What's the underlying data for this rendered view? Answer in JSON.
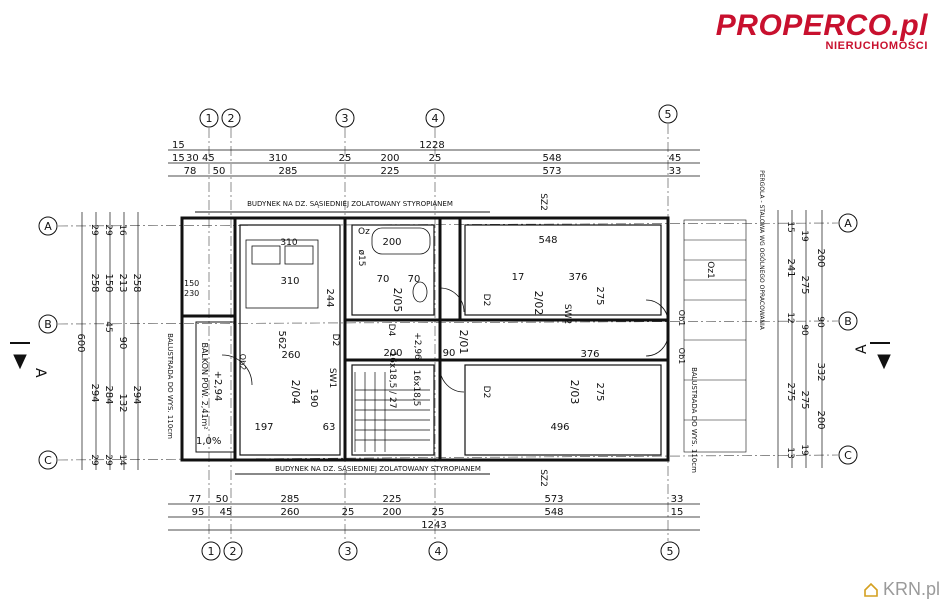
{
  "brand": {
    "name": "PROPERCO.pl",
    "subtitle": "NIERUCHOMOŚCI",
    "color": "#c8102e"
  },
  "watermark": {
    "text": "KRN.pl",
    "icon": "house-icon"
  },
  "plan": {
    "axes": [
      "1",
      "2",
      "3",
      "4",
      "5"
    ],
    "rows": [
      "A",
      "B",
      "C"
    ],
    "section_marker": "A",
    "neighbor_note": "BUDYNEK NA DZ. SĄSIEDNIEJ ZOLATOWANY STYROPIANEM",
    "top_dims": {
      "total": "1228",
      "row1": [
        "15",
        "30",
        "45",
        "310",
        "25",
        "200",
        "25",
        "548",
        "45"
      ],
      "row2": [
        "78",
        "50",
        "285",
        "225",
        "573",
        "33"
      ]
    },
    "bottom_dims": {
      "row1": [
        "77",
        "50",
        "285",
        "225",
        "573",
        "33"
      ],
      "row2": [
        "95",
        "45",
        "260",
        "25",
        "200",
        "25",
        "548",
        "15"
      ],
      "total": "1243"
    },
    "left_dims": {
      "outer": "600",
      "col1": [
        "29",
        "258",
        "294",
        "29"
      ],
      "col2": [
        "29",
        "150",
        "45",
        "284",
        "29"
      ],
      "col3": [
        "16",
        "213",
        "90",
        "132",
        "14"
      ],
      "col4": [
        "258",
        "294"
      ]
    },
    "right_dims": {
      "col1": [
        "15",
        "241",
        "12",
        "275",
        "13"
      ],
      "col2": [
        "19",
        "275",
        "90",
        "275",
        "19"
      ],
      "col3": [
        "200",
        "90",
        "332",
        "200"
      ]
    },
    "rooms": [
      {
        "id": "2/04",
        "dims": [
          "310",
          "244",
          "562",
          "260",
          "190",
          "197",
          "63"
        ]
      },
      {
        "id": "2/05",
        "dims": [
          "200",
          "70",
          "70"
        ]
      },
      {
        "id": "2/01",
        "dims": [
          "200",
          "90"
        ]
      },
      {
        "id": "2/02",
        "dims": [
          "548",
          "376",
          "275",
          "17"
        ]
      },
      {
        "id": "2/03",
        "dims": [
          "376",
          "275",
          "496"
        ]
      }
    ],
    "labels": {
      "bath": "200",
      "hot_water": "ø15",
      "oz": "Oz",
      "sw": "SW1",
      "sw2": "SW2",
      "stairs": "16x18,5 / 27",
      "stairs2": "16x18,5",
      "elevation": "+2,96",
      "elevation2": "+2,94",
      "balcony": "BALKON POW. 2,41m²",
      "balustrade": "BALUSTRADA DO WYS. 110cm",
      "balustrade_right": "BALUSTRADA DO WYS. 110cm",
      "slope": "1,0%",
      "d1": "D2",
      "d2": "D4",
      "d3": "D2",
      "d4": "D2",
      "ob1": "Ob1",
      "ob2": "Ob1",
      "ob3": "Ob2",
      "oz1": "Oz1",
      "sz2": "SZ2",
      "sz2b": "SZ2",
      "pergola": "PERGOLA - STALOWA WG OGÓLNEGO OPRACOWANIA",
      "dim150": "150",
      "dim230": "230"
    }
  }
}
